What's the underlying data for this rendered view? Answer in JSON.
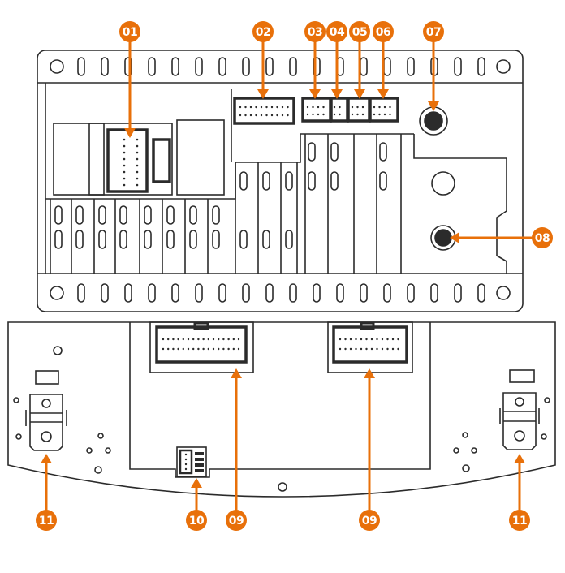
{
  "colors": {
    "line": "#2b2b2b",
    "accent": "#e8700a",
    "background": "#ffffff"
  },
  "callouts": [
    {
      "id": "c01",
      "label": "01"
    },
    {
      "id": "c02",
      "label": "02"
    },
    {
      "id": "c03",
      "label": "03"
    },
    {
      "id": "c04",
      "label": "04"
    },
    {
      "id": "c05",
      "label": "05"
    },
    {
      "id": "c06",
      "label": "06"
    },
    {
      "id": "c07",
      "label": "07"
    },
    {
      "id": "c08",
      "label": "08"
    },
    {
      "id": "c09a",
      "label": "09"
    },
    {
      "id": "c09b",
      "label": "09"
    },
    {
      "id": "c10",
      "label": "10"
    },
    {
      "id": "c11a",
      "label": "11"
    },
    {
      "id": "c11b",
      "label": "11"
    }
  ]
}
